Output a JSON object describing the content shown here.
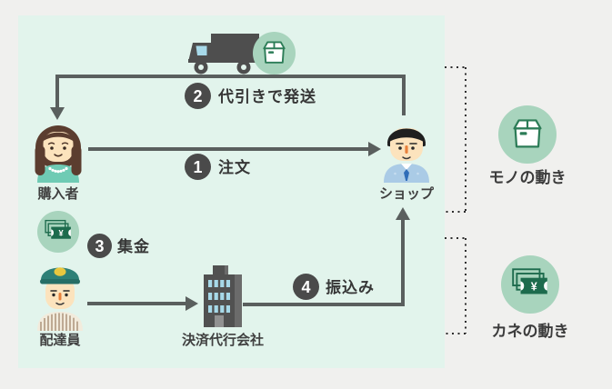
{
  "actors": [
    {
      "id": "buyer",
      "label": "購入者"
    },
    {
      "id": "shop",
      "label": "ショップ"
    },
    {
      "id": "courier",
      "label": "配達員"
    },
    {
      "id": "payment_agency",
      "label": "決済代行会社"
    }
  ],
  "steps": [
    {
      "number": "1",
      "label": "注文"
    },
    {
      "number": "2",
      "label": "代引きで発送"
    },
    {
      "number": "3",
      "label": "集金"
    },
    {
      "number": "4",
      "label": "振込み"
    }
  ],
  "legend": [
    {
      "icon": "package-icon",
      "label": "モノの動き"
    },
    {
      "icon": "money-icon",
      "label": "カネの動き"
    }
  ],
  "icons": {
    "truck": "truck-icon",
    "package": "package-icon",
    "money": "money-icon",
    "building": "building-icon",
    "yen": "¥"
  },
  "colors": {
    "background": "#f0f0ee",
    "panel": "#e2f4ec",
    "icon_circle_green": "#a8d4bd",
    "outline_green": "#2c7c57",
    "bill_green": "#1d6b4d",
    "arrow_gray": "#5a5f5e",
    "badge_gray": "#4a4a4a",
    "window_blue": "#a7d9e9",
    "text": "#3d3d3d"
  }
}
